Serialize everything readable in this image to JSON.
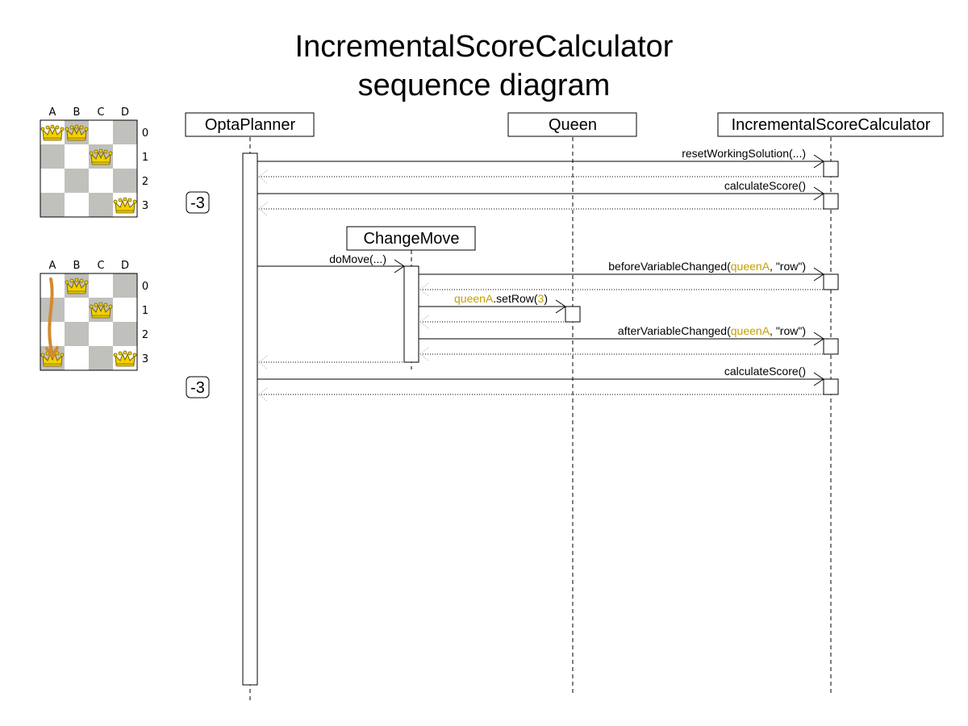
{
  "title": {
    "line1": "IncrementalScoreCalculator",
    "line2": "sequence diagram"
  },
  "colors": {
    "highlight": "#c4a000",
    "board_dark": "#c0c0bc",
    "board_light": "#ffffff",
    "queen": "#f0d000",
    "arrow": "#d38a2e"
  },
  "actors": {
    "optaplanner": "OptaPlanner",
    "queen": "Queen",
    "calculator": "IncrementalScoreCalculator",
    "changemove": "ChangeMove"
  },
  "messages": {
    "reset": "resetWorkingSolution(...)",
    "calc1": "calculateScore()",
    "domove": "doMove(...)",
    "before": {
      "prefix": "beforeVariableChanged(",
      "arg": "queenA",
      "suffix": ", \"row\")"
    },
    "setrow": {
      "arg": "queenA",
      "method": ".setRow(",
      "value": "3",
      "suffix": ")"
    },
    "after": {
      "prefix": "afterVariableChanged(",
      "arg": "queenA",
      "suffix": ", \"row\")"
    },
    "calc2": "calculateScore()"
  },
  "scores": {
    "first": "-3",
    "second": "-3"
  },
  "boards": {
    "columns": [
      "A",
      "B",
      "C",
      "D"
    ],
    "rows": [
      "0",
      "1",
      "2",
      "3"
    ],
    "before": {
      "queens": [
        {
          "col": 0,
          "row": 0
        },
        {
          "col": 1,
          "row": 0
        },
        {
          "col": 2,
          "row": 1
        },
        {
          "col": 3,
          "row": 3
        }
      ]
    },
    "after": {
      "queens": [
        {
          "col": 0,
          "row": 3
        },
        {
          "col": 1,
          "row": 0
        },
        {
          "col": 2,
          "row": 1
        },
        {
          "col": 3,
          "row": 3
        }
      ],
      "move": {
        "col": 0,
        "from_row": 0,
        "to_row": 3
      }
    }
  }
}
